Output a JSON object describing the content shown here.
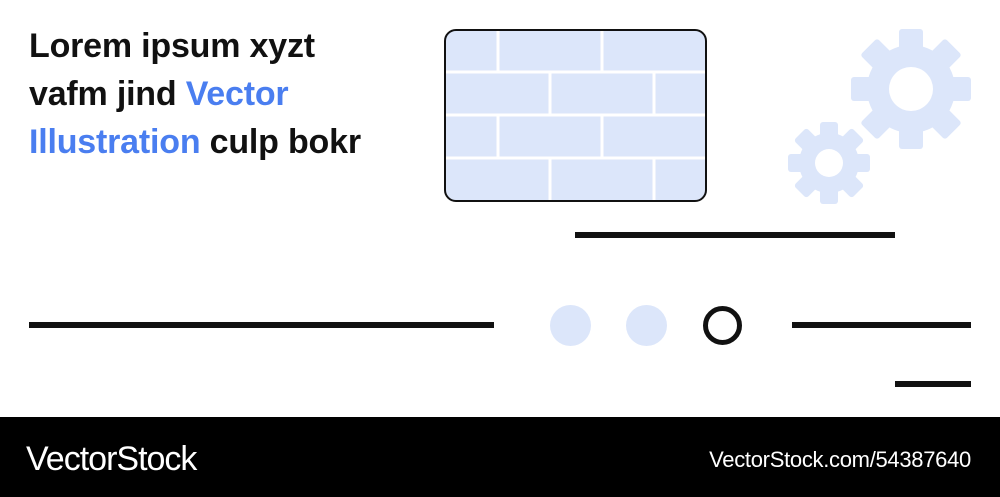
{
  "headline": {
    "part1": "Lorem ipsum xyzt vafm jind ",
    "highlight": "Vector Illustration",
    "part2": " culp bokr"
  },
  "illustration": {
    "brick_card": "brick-wall-icon",
    "gears": [
      "gear-icon",
      "gear-icon"
    ],
    "dots": [
      "filled-dot",
      "filled-dot",
      "outlined-dot"
    ]
  },
  "colors": {
    "accent": "#4a7ef0",
    "light_fill": "#dce6fa",
    "ink": "#111111",
    "footer_bg": "#000000"
  },
  "footer": {
    "brand": "VectorStock",
    "url": "VectorStock.com/54387640"
  }
}
